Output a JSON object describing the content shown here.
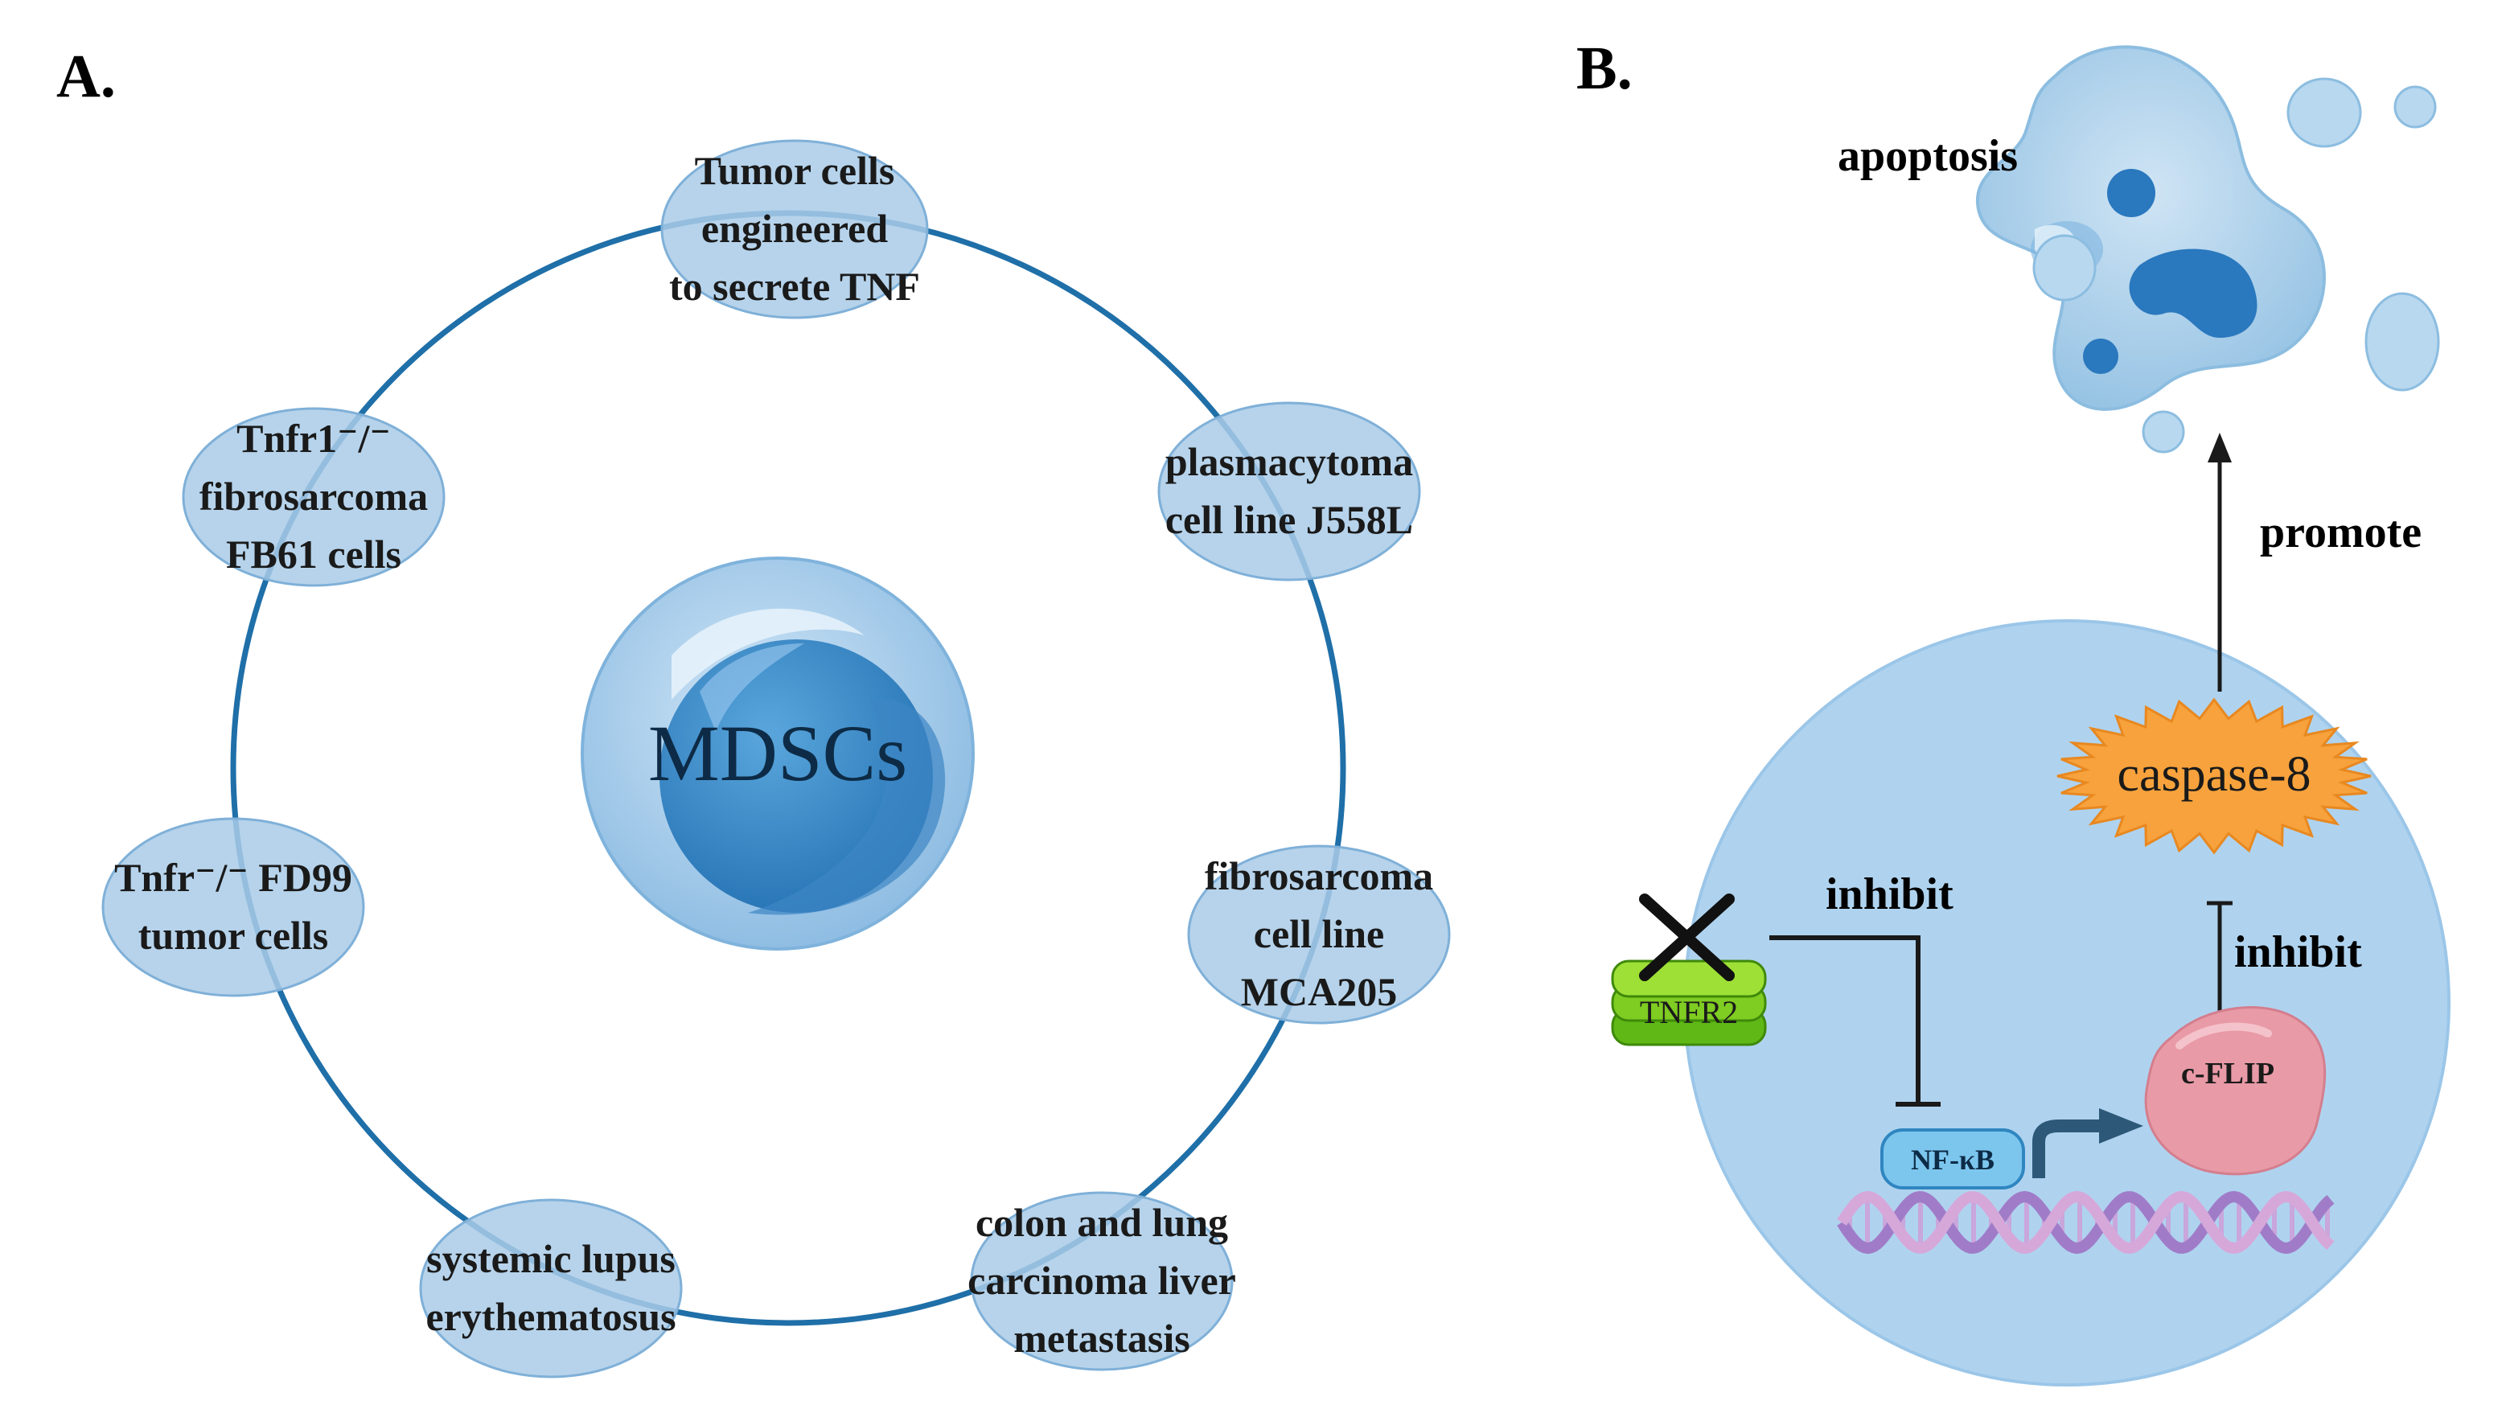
{
  "panel_a": {
    "label": "A.",
    "center": "MDSCs",
    "ellipses": [
      {
        "lines": [
          "Tumor cells",
          "engineered",
          "to secrete TNF"
        ]
      },
      {
        "lines": [
          "plasmacytoma",
          "cell line J558L"
        ]
      },
      {
        "lines": [
          "fibrosarcoma",
          "cell line",
          "MCA205"
        ]
      },
      {
        "lines": [
          "colon and lung",
          "carcinoma liver",
          "metastasis"
        ]
      },
      {
        "lines": [
          "systemic lupus",
          "erythematosus"
        ]
      },
      {
        "lines": [
          "Tnfr⁻/⁻ FD99",
          "tumor cells"
        ]
      },
      {
        "lines": [
          "Tnfr1⁻/⁻",
          "fibrosarcoma",
          "FB61 cells"
        ]
      }
    ]
  },
  "panel_b": {
    "label": "B.",
    "apoptosis": "apoptosis",
    "promote": "promote",
    "caspase": "caspase-8",
    "inhibit_top": "inhibit",
    "inhibit_right": "inhibit",
    "tnfr2": "TNFR2",
    "nfkb": "NF-κB",
    "cflip": "c-FLIP"
  },
  "colors": {
    "ring": "#1f6fa8",
    "ellipse_fill": "#a9cbe8",
    "ellipse_stroke": "#7fb0d8",
    "cell_fill": "#a9d0ee",
    "caspase_fill": "#f7a23c",
    "tnfr2_fill": "#8ed62e",
    "nfkb_fill": "#7cc6ee",
    "cflip_fill": "#e89aa6",
    "dna_a": "#a07cc8",
    "dna_b": "#d6a8da"
  }
}
